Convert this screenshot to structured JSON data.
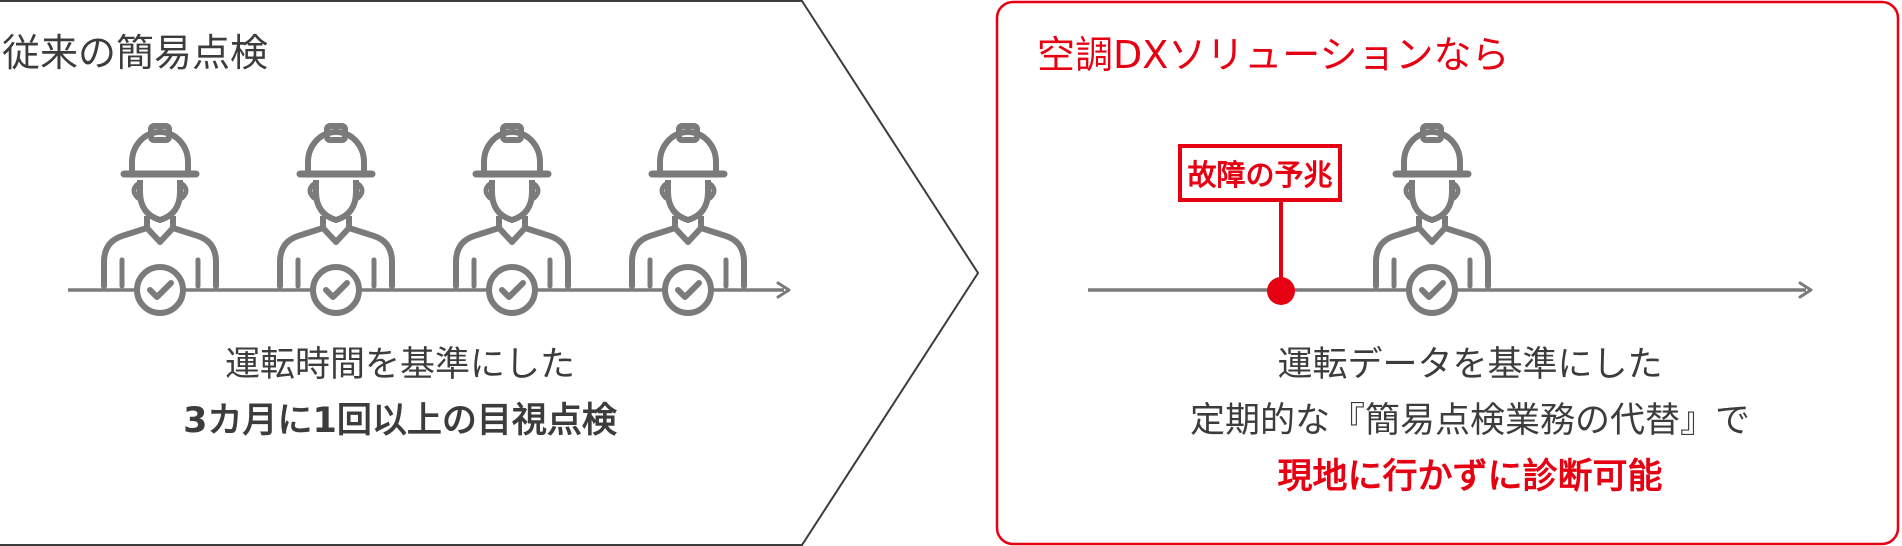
{
  "legacy": {
    "title": "従来の簡易点検",
    "description_line1": "運転時間を基準にした",
    "description_line2": "3カ月に1回以上の目視点検",
    "worker_count": 4
  },
  "solution": {
    "title": "空調DXソリューションなら",
    "failure_sign_label": "故障の予兆",
    "description_line1": "運転データを基準にした",
    "description_line2": "定期的な『簡易点検業務の代替』で",
    "description_line3": "現地に行かずに診断可能"
  },
  "colors": {
    "accent": "#e60012",
    "icon_gray": "#7b7b7b",
    "text": "#3c3c3c",
    "border": "#3c3c3c"
  },
  "icons": {
    "worker": "worker-helmet-icon",
    "check": "check-circle-icon"
  }
}
